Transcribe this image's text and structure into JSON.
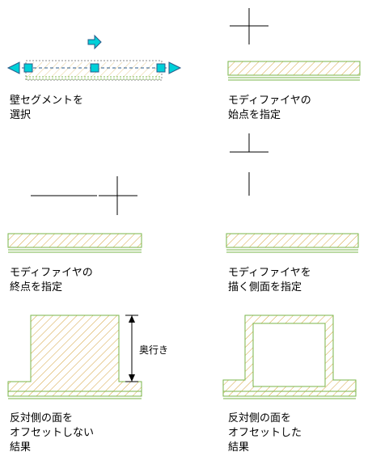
{
  "colors": {
    "hatch": "#d4a23c",
    "wall_line": "#7ab648",
    "grip": "#00d0d8",
    "grip_border": "#2a5a8a",
    "select_outline": "#8a8a8a",
    "cursor": "#000000"
  },
  "icons": {
    "grip": "square-grip-icon",
    "direction": "arrow-right-icon",
    "end_grip": "triangle-grip-icon",
    "cursor": "crosshair-cursor-icon"
  },
  "captions": [
    {
      "id": "step1",
      "lines": [
        "壁セグメントを",
        "選択"
      ]
    },
    {
      "id": "step2",
      "lines": [
        "モディファイヤの",
        "始点を指定"
      ]
    },
    {
      "id": "step3",
      "lines": [
        "モディファイヤの",
        "終点を指定"
      ]
    },
    {
      "id": "step4",
      "lines": [
        "モディファイヤを",
        "描く側面を指定"
      ]
    },
    {
      "id": "step5",
      "lines": [
        "反対側の面を",
        "オフセットしない",
        "結果"
      ]
    },
    {
      "id": "step6",
      "lines": [
        "反対側の面を",
        "オフセットした",
        "結果"
      ]
    }
  ],
  "dimension": {
    "label": "奥行き"
  }
}
